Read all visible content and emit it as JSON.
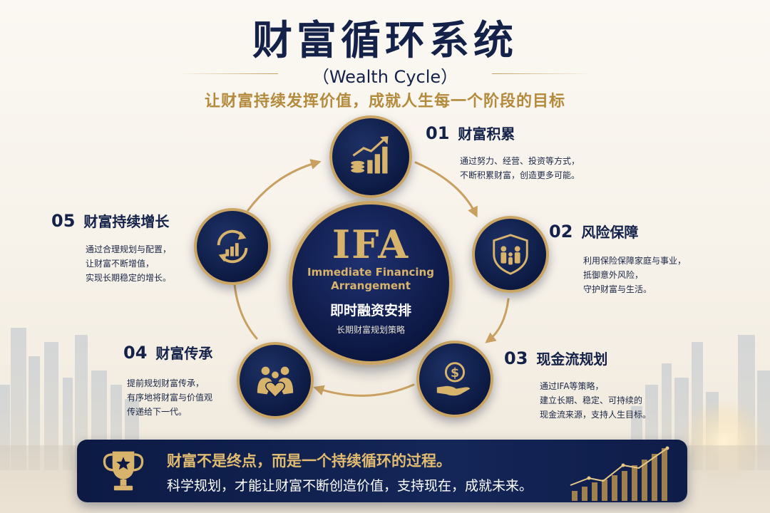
{
  "header": {
    "title": "财富循环系统",
    "subtitle": "（Wealth Cycle）",
    "tagline": "让财富持续发挥价值，成就人生每一个阶段的目标"
  },
  "center": {
    "acronym": "IFA",
    "english_line1": "Immediate Financing",
    "english_line2": "Arrangement",
    "chinese": "即时融资安排",
    "caption": "长期财富规划策略"
  },
  "steps": [
    {
      "num": "01",
      "title": "财富积累",
      "icon": "growth-chart-coins-icon",
      "desc": [
        "通过努力、经营、投资等方式，",
        "不断积累财富，创造更多可能。"
      ]
    },
    {
      "num": "02",
      "title": "风险保障",
      "icon": "family-shield-icon",
      "desc": [
        "利用保险保障家庭与事业，",
        "抵御意外风险，",
        "守护财富与生活。"
      ]
    },
    {
      "num": "03",
      "title": "现金流规划",
      "icon": "hand-dollar-coin-icon",
      "desc": [
        "通过IFA等策略，",
        "建立长期、稳定、可持续的",
        "现金流来源，支持人生目标。"
      ]
    },
    {
      "num": "04",
      "title": "财富传承",
      "icon": "family-heart-icon",
      "desc": [
        "提前规划财富传承，",
        "有序地将财富与价值观",
        "传递给下一代。"
      ]
    },
    {
      "num": "05",
      "title": "财富持续增长",
      "icon": "cycle-growth-icon",
      "desc": [
        "通过合理规划与配置，",
        "让财富不断增值，",
        "实现长期稳定的增长。"
      ]
    }
  ],
  "banner": {
    "line1": "财富不是终点，而是一个持续循环的过程。",
    "line2": "科学规划，才能让财富不断创造价值，支持现在，成就未来。",
    "icon": "trophy-star-icon"
  },
  "colors": {
    "navy": "#14224a",
    "gold": "#caa563",
    "gold_text": "#b48a3c"
  }
}
